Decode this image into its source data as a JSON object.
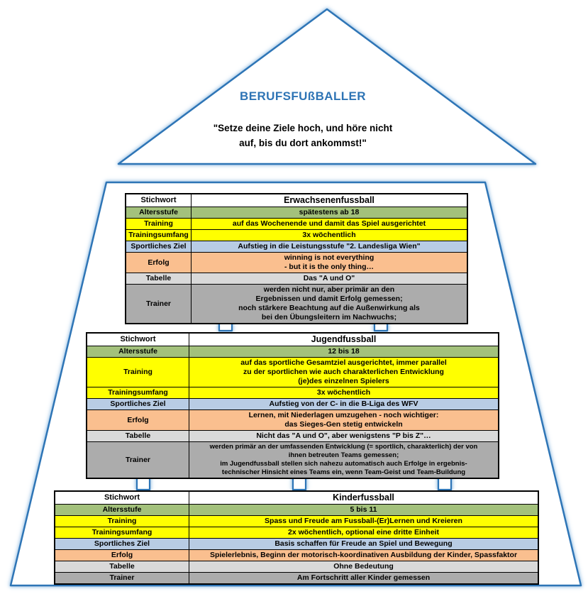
{
  "peak": {
    "title": "BERUFSFUßBALLER",
    "quote": "\"Setze deine Ziele hoch, und höre nicht\nauf, bis du dort ankommst!\""
  },
  "colors": {
    "outline_blue": "#2E75B6",
    "glow_blue": "#BDD7EE",
    "title_blue": "#2E74B5",
    "row_green": "#A3C17C",
    "row_yellow": "#FFFF00",
    "row_blue": "#B8CCE4",
    "row_orange": "#FABF8F",
    "row_lightgray": "#D9D9D9",
    "row_gray": "#ACACAC"
  },
  "arrows": {
    "icon": "block-up-arrow",
    "between_jugend_erwachsenen": 2,
    "between_kinder_jugend": 3
  },
  "levels": {
    "erwachsenen": {
      "keyword_header": "Stichwort",
      "name": "Erwachsenenfussball",
      "rows": [
        {
          "label": "Altersstufe",
          "value": "spätestens ab 18",
          "color": "green"
        },
        {
          "label": "Training",
          "value": "auf das Wochenende und damit das Spiel ausgerichtet",
          "color": "yellow"
        },
        {
          "label": "Trainingsumfang",
          "value": "3x wöchentlich",
          "color": "yellow"
        },
        {
          "label": "Sportliches Ziel",
          "value": "Aufstieg in die Leistungsstufe \"2. Landesliga Wien\"",
          "color": "blue"
        },
        {
          "label": "Erfolg",
          "value": "winning is not everything\n- but it is the only thing…",
          "color": "orange"
        },
        {
          "label": "Tabelle",
          "value": "Das \"A und O\"",
          "color": "lightgray"
        },
        {
          "label": "Trainer",
          "value": "werden nicht nur, aber primär an den\nErgebnissen und damit Erfolg gemessen;\nnoch stärkere Beachtung auf die Außenwirkung als\nbei den Übungsleitern im Nachwuchs;",
          "color": "gray"
        }
      ]
    },
    "jugend": {
      "keyword_header": "Stichwort",
      "name": "Jugendfussball",
      "rows": [
        {
          "label": "Altersstufe",
          "value": "12 bis 18",
          "color": "green"
        },
        {
          "label": "Training",
          "value": "auf das sportliche Gesamtziel ausgerichtet, immer parallel\nzu der sportlichen wie auch charakterlichen Entwicklung\n(je)des einzelnen Spielers",
          "color": "yellow"
        },
        {
          "label": "Trainingsumfang",
          "value": "3x wöchentlich",
          "color": "yellow"
        },
        {
          "label": "Sportliches Ziel",
          "value": "Aufstieg von der C- in die B-Liga des WFV",
          "color": "blue"
        },
        {
          "label": "Erfolg",
          "value": "Lernen, mit Niederlagen umzugehen - noch wichtiger:\ndas Sieges-Gen stetig entwickeln",
          "color": "orange"
        },
        {
          "label": "Tabelle",
          "value": "Nicht das \"A und O\", aber wenigstens \"P bis Z\"…",
          "color": "lightgray"
        },
        {
          "label": "Trainer",
          "value": "werden primär an der umfassenden Entwicklung (= sportlich, charakterlich) der von\nihnen betreuten Teams gemessen;\nim Jugendfussball stellen sich nahezu automatisch auch Erfolge in ergebnis-\ntechnischer Hinsicht eines Teams ein, wenn Team-Geist und Team-Buildung",
          "color": "gray"
        }
      ]
    },
    "kinder": {
      "keyword_header": "Stichwort",
      "name": "Kinderfussball",
      "rows": [
        {
          "label": "Altersstufe",
          "value": "5 bis 11",
          "color": "green"
        },
        {
          "label": "Training",
          "value": "Spass und Freude am Fussball-(Er)Lernen und Kreieren",
          "color": "yellow"
        },
        {
          "label": "Trainingsumfang",
          "value": "2x wöchentlich, optional eine dritte Einheit",
          "color": "yellow"
        },
        {
          "label": "Sportliches Ziel",
          "value": "Basis schaffen für Freude an Spiel und Bewegung",
          "color": "blue"
        },
        {
          "label": "Erfolg",
          "value": "Spielerlebnis, Beginn der motorisch-koordinativen Ausbildung der Kinder, Spassfaktor",
          "color": "orange"
        },
        {
          "label": "Tabelle",
          "value": "Ohne Bedeutung",
          "color": "lightgray"
        },
        {
          "label": "Trainer",
          "value": "Am Fortschritt aller Kinder gemessen",
          "color": "gray"
        }
      ]
    }
  }
}
